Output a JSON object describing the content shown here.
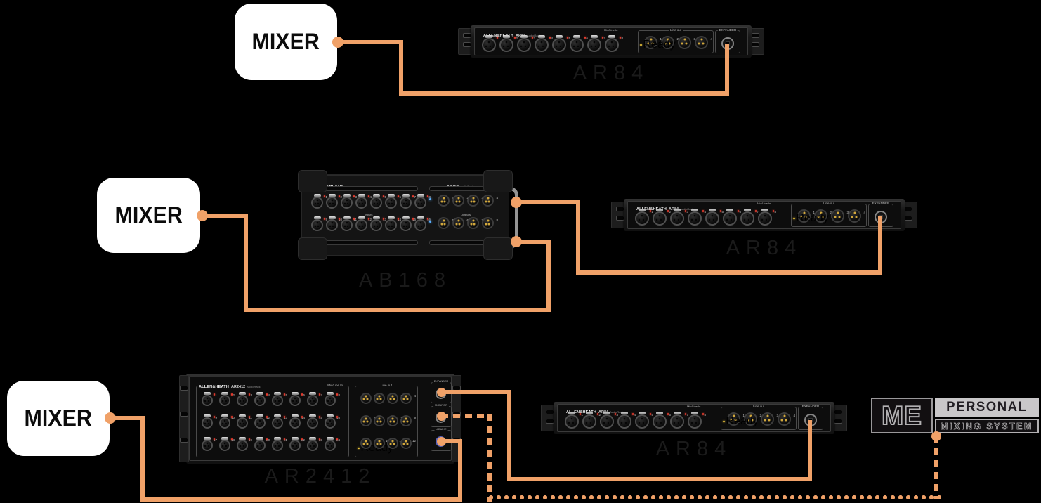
{
  "colors": {
    "cable": "#F0A168",
    "caption": "#1a1a1a",
    "background": "#000000"
  },
  "mixer_label": "MIXER",
  "captions": {
    "ar84_top": "AR84",
    "ab168": "AB168",
    "ar84_mid": "AR84",
    "ar2412": "AR2412",
    "ar84_bottom": "AR84"
  },
  "ar84": {
    "brand": "ALLEN&HEATH",
    "model": "AR84",
    "series": "AudioRack",
    "inputs": 8,
    "outputs": 4,
    "mic_line_label": "Mic/Line In",
    "line_out_label": "Line out",
    "expander_label": "EXPANDER",
    "ready_label": "Ready"
  },
  "ab168": {
    "brand": "ALLEN&HEATH",
    "model": "AB168",
    "series": "AudioRack",
    "input_rows": 2,
    "input_cols": 8,
    "output_rows": 2,
    "output_cols": 4,
    "inputs_label": "Inputs",
    "outputs_label": "Outputs"
  },
  "ar2412": {
    "brand": "ALLEN&HEATH",
    "model": "AR2412",
    "series": "AudioRack",
    "input_rows": 3,
    "input_cols": 8,
    "output_rows": 3,
    "output_cols": 4,
    "mic_line_label": "Mic/Line In",
    "line_out_label": "Line out",
    "ready_label": "Ready",
    "ports": [
      {
        "label": "EXPANDER"
      },
      {
        "label": "MONITOR"
      },
      {
        "label": "dSNAKE"
      }
    ]
  },
  "me_logo": {
    "initials": "ME",
    "line1": "PERSONAL",
    "line2": "MIXING SYSTEM"
  }
}
